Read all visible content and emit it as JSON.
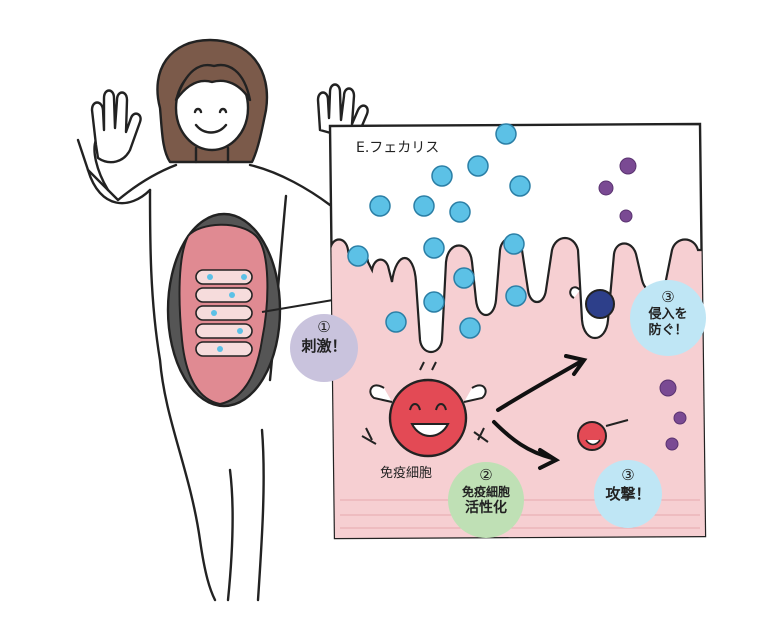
{
  "bacteria_label": "E.フェカリス",
  "immune_cell_label": "免疫細胞",
  "steps": [
    {
      "number": "①",
      "text": "刺激！",
      "color": "#c9c3dd"
    },
    {
      "number": "②",
      "line1": "免疫細胞",
      "line2": "活性化",
      "color": "#bfe0b5"
    },
    {
      "number": "③",
      "text": "侵入を防ぐ！",
      "line1": "侵入を",
      "line2": "防ぐ！",
      "color": "#bfe6f5"
    },
    {
      "number": "③",
      "text": "攻撃！",
      "color": "#bfe6f5"
    }
  ],
  "colors": {
    "tissue": "#f6cfd2",
    "tissue_outline": "#222222",
    "bacteria": "#5cc1e6",
    "immune_cell": "#e34a55",
    "pathogen": "#7a4a93",
    "hair": "#7b5a4a",
    "abdomen": "#555555"
  }
}
